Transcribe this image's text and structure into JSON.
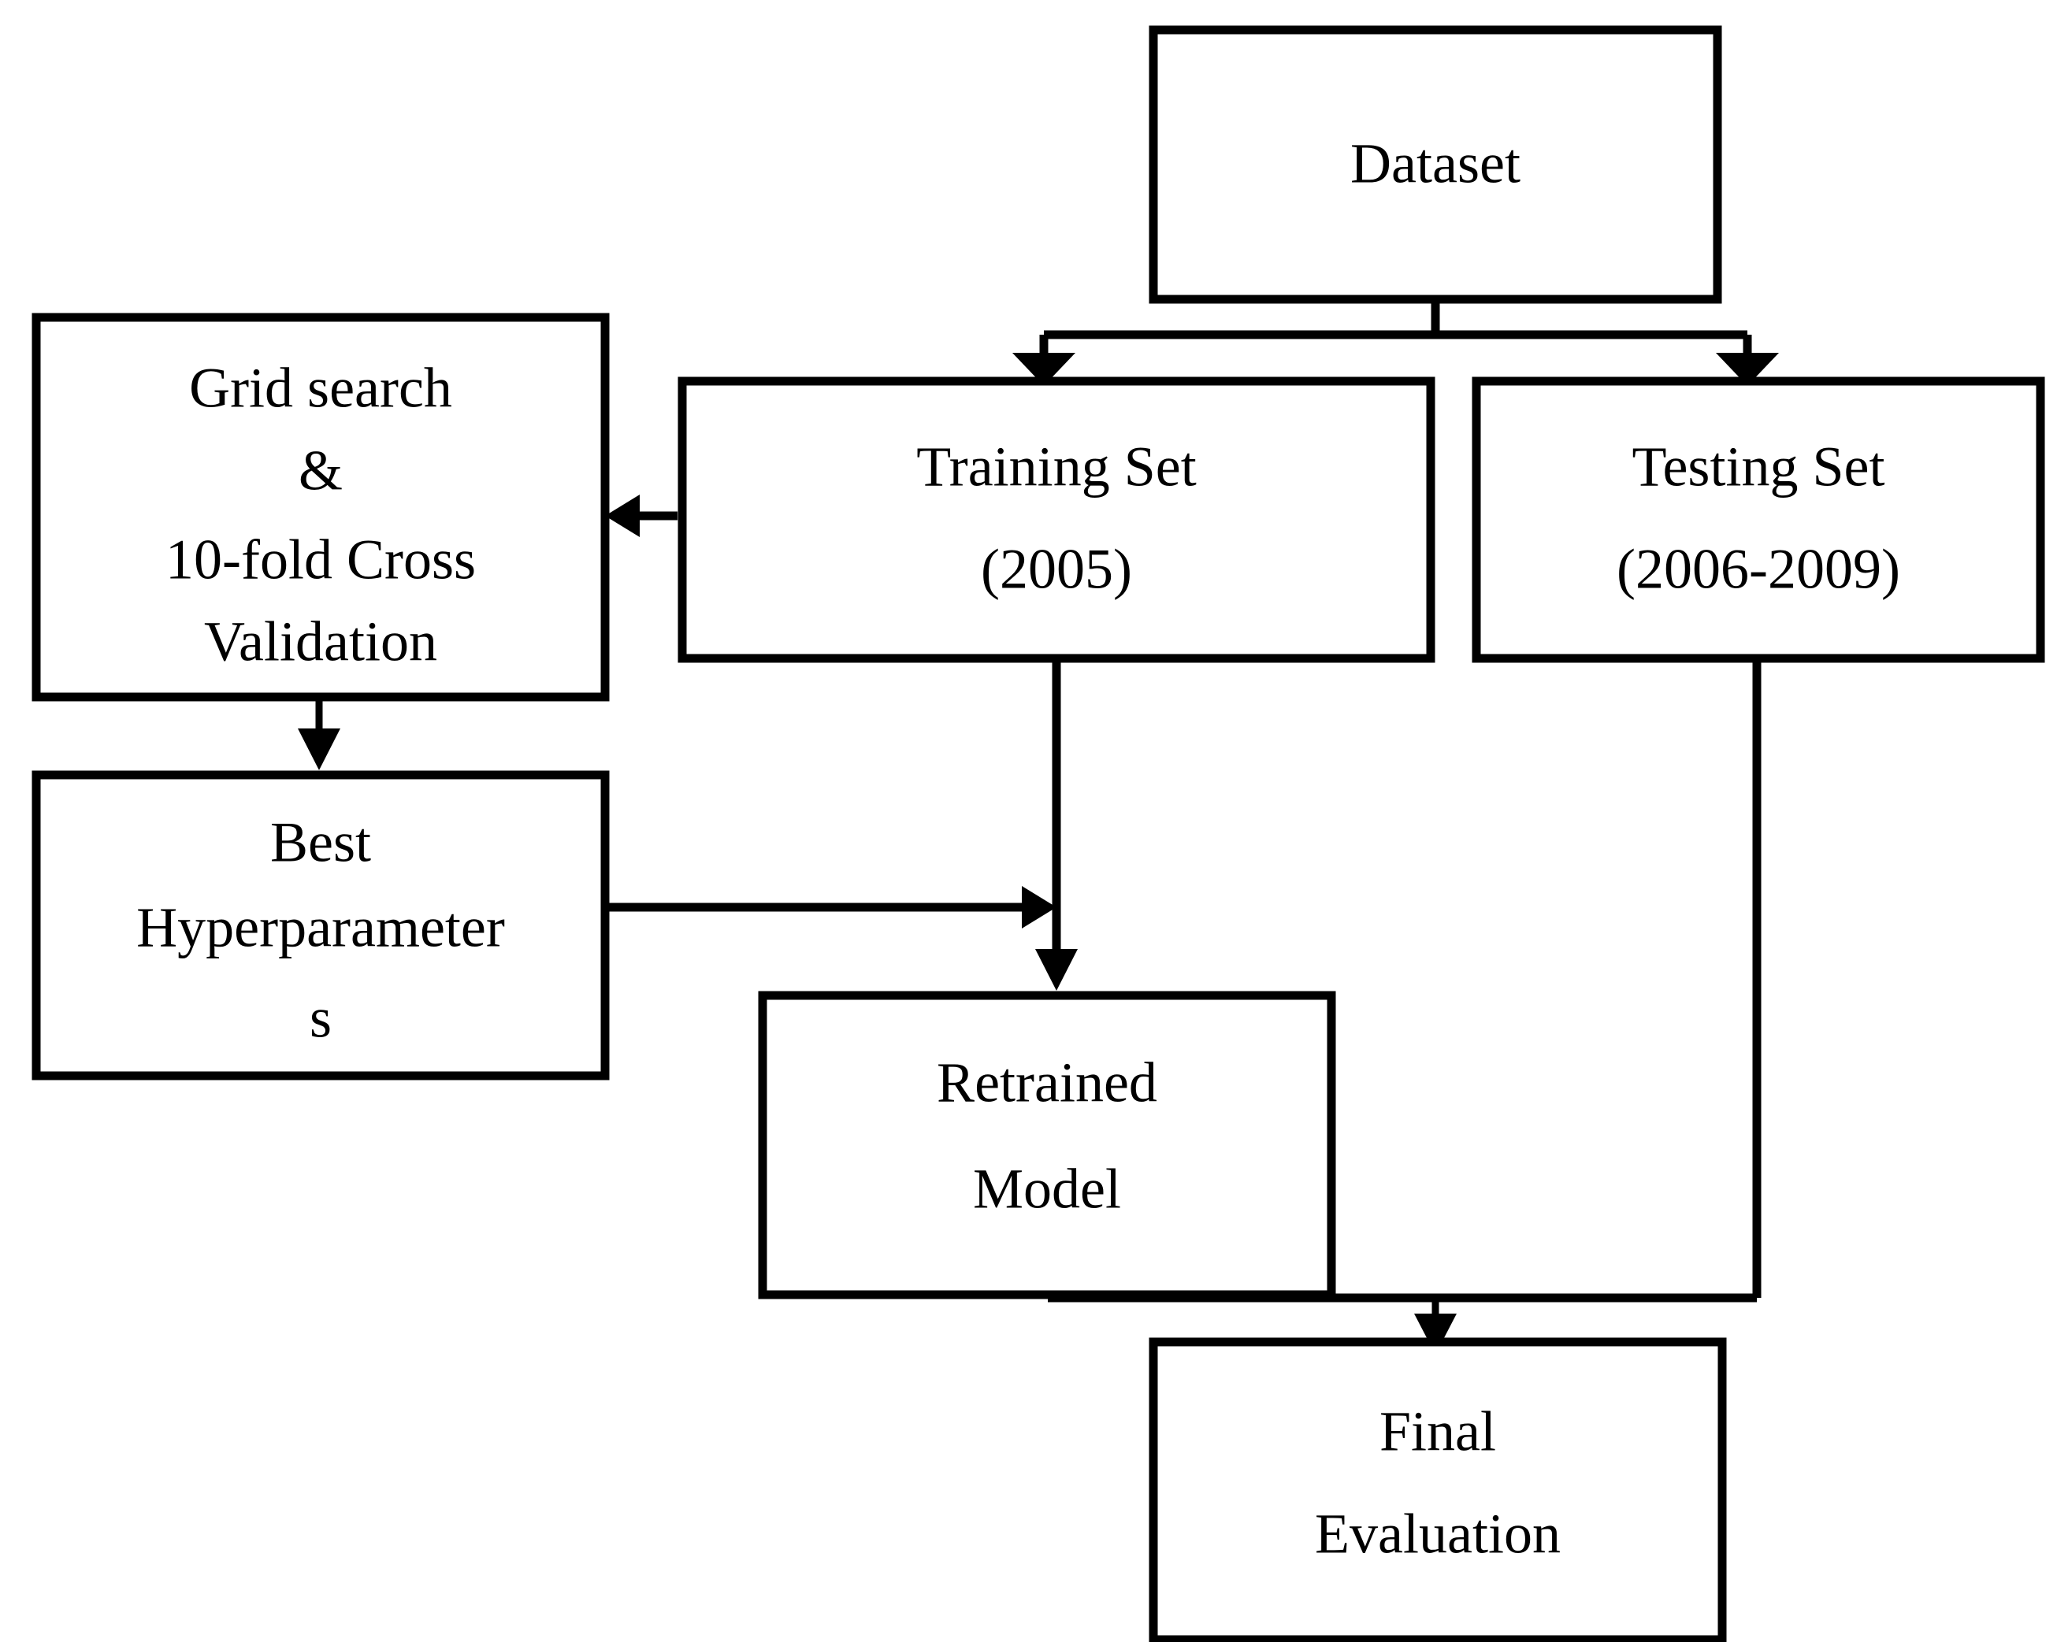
{
  "diagram": {
    "title": "Machine learning train/test workflow flowchart",
    "background_color": "#ffffff",
    "line_color": "#000000",
    "text_color": "#000000",
    "nodes": [
      {
        "id": "dataset",
        "label": "Dataset",
        "lines": [
          "Dataset"
        ]
      },
      {
        "id": "grid-search",
        "label": "Grid search & 10-fold Cross Validation",
        "lines": [
          "Grid search",
          "&",
          "10-fold Cross",
          "Validation"
        ]
      },
      {
        "id": "training-set",
        "label": "Training Set (2005)",
        "lines": [
          "Training Set",
          "(2005)"
        ]
      },
      {
        "id": "testing-set",
        "label": "Testing Set (2006-2009)",
        "lines": [
          "Testing Set",
          "(2006-2009)"
        ]
      },
      {
        "id": "best-hyperparameters",
        "label": "Best Hyperparameters",
        "lines": [
          "Best",
          "Hyperparameter",
          "s"
        ]
      },
      {
        "id": "retrained-model",
        "label": "Retrained Model",
        "lines": [
          "Retrained",
          "Model"
        ]
      },
      {
        "id": "final-evaluation",
        "label": "Final Evaluation",
        "lines": [
          "Final",
          "Evaluation"
        ]
      }
    ],
    "edges": [
      {
        "id": "dataset-to-training",
        "from": "dataset",
        "to": "training-set",
        "arrow": "down"
      },
      {
        "id": "dataset-to-testing",
        "from": "dataset",
        "to": "testing-set",
        "arrow": "down"
      },
      {
        "id": "training-to-gridsearch",
        "from": "training-set",
        "to": "grid-search",
        "arrow": "left"
      },
      {
        "id": "gridsearch-to-hyperparams",
        "from": "grid-search",
        "to": "best-hyperparameters",
        "arrow": "down"
      },
      {
        "id": "hyperparams-to-retrained",
        "from": "best-hyperparameters",
        "to": "retrained-model",
        "arrow": "right"
      },
      {
        "id": "training-to-retrained",
        "from": "training-set",
        "to": "retrained-model",
        "arrow": "down"
      },
      {
        "id": "retrained-to-final",
        "from": "retrained-model",
        "to": "final-evaluation",
        "arrow": "down"
      },
      {
        "id": "testing-to-final",
        "from": "testing-set",
        "to": "final-evaluation",
        "arrow": "down"
      }
    ]
  }
}
